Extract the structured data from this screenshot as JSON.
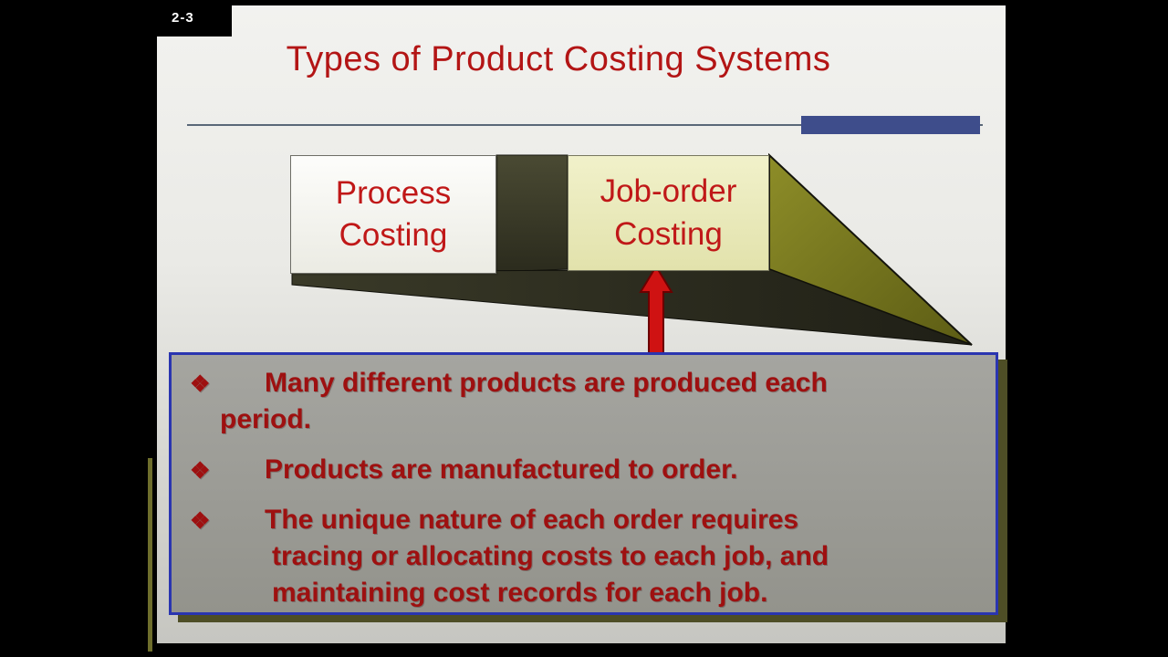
{
  "slide": {
    "slide_number": "2-3",
    "title": "Types of Product Costing Systems",
    "boxes": {
      "process": {
        "label": "Process Costing"
      },
      "job_order": {
        "label": "Job-order Costing"
      }
    },
    "bullets": [
      {
        "marker": "❖",
        "lines": [
          "Many different products are produced each",
          "period."
        ]
      },
      {
        "marker": "❖",
        "lines": [
          "Products are manufactured to order."
        ]
      },
      {
        "marker": "❖",
        "lines": [
          "The unique nature of each order requires",
          "tracing or allocating costs to each job, and",
          "maintaining cost records for each job."
        ]
      }
    ],
    "colors": {
      "title_red": "#b31515",
      "box_text_red": "#c01818",
      "bullet_red": "#9e1010",
      "accent_blue": "#3e4d8b",
      "panel_border_blue": "#2a35b0",
      "panel_gray": "#9c9c96",
      "wedge_olive": "#7e7e1f",
      "wedge_dark": "#3a3a2a",
      "arrow_red": "#cf1212"
    }
  }
}
